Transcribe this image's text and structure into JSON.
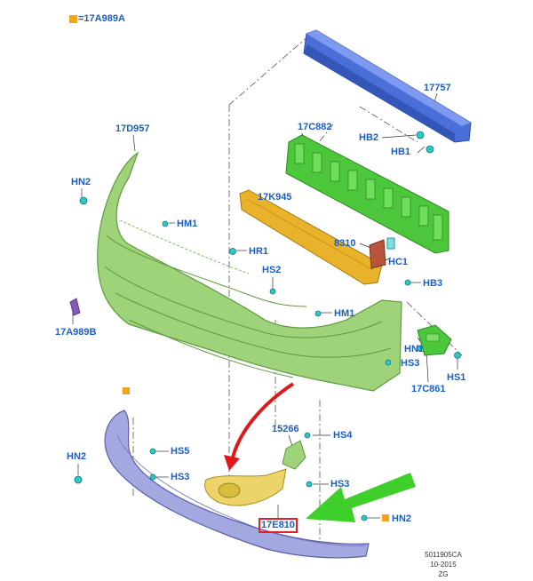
{
  "legend": {
    "symbol_color": "#f5a31a",
    "text": "=17A989A"
  },
  "labels": {
    "p17757": "17757",
    "hb2": "HB2",
    "hb1": "HB1",
    "p17c882": "17C882",
    "p17d957": "17D957",
    "hn2_top": "HN2",
    "p17k945": "17K945",
    "hm1_top": "HM1",
    "p8310": "8310",
    "hr1": "HR1",
    "hc1": "HC1",
    "hs2": "HS2",
    "hb3": "HB3",
    "hm1_mid": "HM1",
    "p17a989b": "17A989B",
    "hn1": "HN1",
    "hs3_right": "HS3",
    "hs1": "HS1",
    "p17c861": "17C861",
    "p15266": "15266",
    "hs4": "HS4",
    "hn2_left": "HN2",
    "hs5": "HS5",
    "hs3_left": "HS3",
    "hs3_bottom": "HS3",
    "p17e810": "17E810",
    "hn2_bottom": "HN2"
  },
  "footer": {
    "code": "5011905CA",
    "date": "10-2015",
    "initials": "ZG"
  },
  "colors": {
    "label_blue": "#1a5fc8",
    "bumper_green": "#9fd37a",
    "absorber_green": "#4cc63a",
    "reinforcement_blue": "#4a6fd8",
    "strip_orange": "#e8b22a",
    "bracket_red": "#b8553a",
    "lip_lavender": "#a3a8e0",
    "arrow_red": "#e01818",
    "arrow_green": "#3ecf2a",
    "fastener_cyan": "#2cc8c8"
  }
}
